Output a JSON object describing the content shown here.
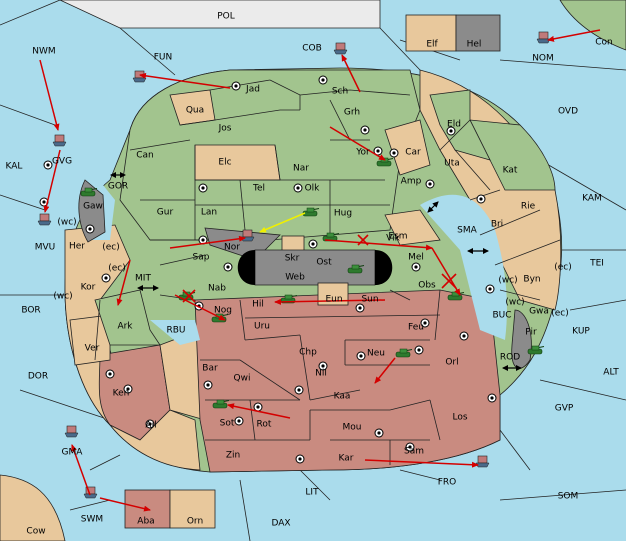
{
  "colors": {
    "sea": "#aadcec",
    "land": "#ebebeb",
    "green": "#a2c48e",
    "tan": "#e8c89c",
    "rose": "#c98b80",
    "grey": "#8b8b8b",
    "dark_grey": "#707070",
    "arrow": "#d40000",
    "support_arrow": "#f0f000"
  },
  "labels": {
    "POL": "POL",
    "COB": "COB",
    "FUN": "FUN",
    "NWM": "NWM",
    "KAL": "KAL",
    "GVG": "GVG",
    "MVU": "MVU",
    "GOR": "GOR",
    "Gaw": "Gaw",
    "Her": "Her",
    "Kor": "Kor",
    "MIT": "MIT",
    "BOR": "BOR",
    "RBU": "RBU",
    "DOR": "DOR",
    "Ver": "Ver",
    "Ark": "Ark",
    "Ken": "Ken",
    "Ail": "Ail",
    "GMA": "GMA",
    "SWM": "SWM",
    "Cow": "Cow",
    "Aba": "Aba",
    "Orn": "Orn",
    "DAX": "DAX",
    "LIT": "LIT",
    "FRO": "FRO",
    "SOM": "SOM",
    "GVP": "GVP",
    "ALT": "ALT",
    "KUP": "KUP",
    "TEI": "TEI",
    "KAM": "KAM",
    "OVD": "OVD",
    "NOM": "NOM",
    "Con": "Con",
    "Elf": "Elf",
    "Hel": "Hel",
    "Jad": "Jad",
    "Sch": "Sch",
    "Qua": "Qua",
    "Jos": "Jos",
    "Grh": "Grh",
    "Can": "Can",
    "Elc": "Elc",
    "Nar": "Nar",
    "Yor": "Yor",
    "Car": "Car",
    "Eld": "Eld",
    "Uta": "Uta",
    "Kat": "Kat",
    "Tel": "Tel",
    "Olk": "Olk",
    "Amp": "Amp",
    "Gur": "Gur",
    "Lan": "Lan",
    "Hug": "Hug",
    "Bri": "Bri",
    "Rie": "Rie",
    "Nor": "Nor",
    "Esm": "Esm",
    "SMA": "SMA",
    "Sap": "Sap",
    "Skr": "Skr",
    "Ost": "Ost",
    "Vik": "Vik",
    "Mel": "Mel",
    "Web": "Web",
    "Nab": "Nab",
    "Eun": "Eun",
    "Sun": "Sun",
    "Obs": "Obs",
    "Byn": "Byn",
    "Gwa": "Gwa",
    "Nog": "Nog",
    "Hil": "Hil",
    "Uru": "Uru",
    "Feu": "Feu",
    "BUC": "BUC",
    "Pir": "Pir",
    "Chp": "Chp",
    "Neu": "Neu",
    "Orl": "Orl",
    "ROD": "ROD",
    "Bar": "Bar",
    "Qwi": "Qwi",
    "Nil": "Nil",
    "Kaa": "Kaa",
    "Los": "Los",
    "Sot": "Sot",
    "Rot": "Rot",
    "Mou": "Mou",
    "Zin": "Zin",
    "Kar": "Kar",
    "Sam": "Sam",
    "wc_mvu": "(wc)",
    "ec_her": "(ec)",
    "ec_mit": "(ec)",
    "wc_kor": "(wc)",
    "wc_byn": "(wc)",
    "ec_byn": "(ec)",
    "ec_gwa": "(ec)",
    "wc_gwa": "(wc)"
  },
  "icons": {
    "army": "tank-icon",
    "fleet": "ship-icon",
    "supply_center": "supply-center-icon",
    "order_arrow": "move-arrow-icon",
    "failed_order": "failed-x-icon",
    "canal": "double-arrow-icon"
  }
}
